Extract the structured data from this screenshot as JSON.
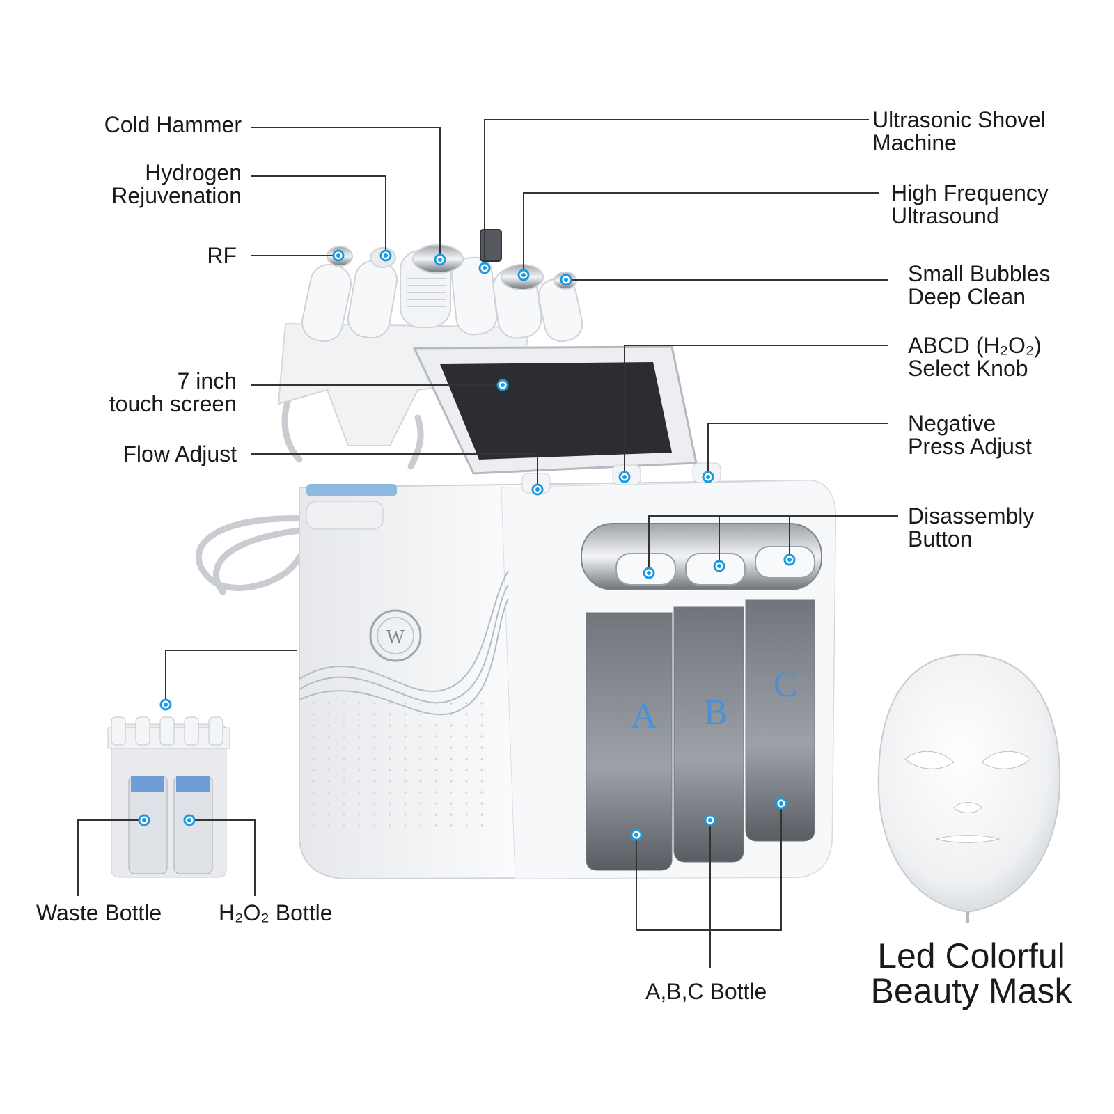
{
  "labels": {
    "cold_hammer": "Cold Hammer",
    "hydrogen_1": "Hydrogen",
    "hydrogen_2": "Rejuvenation",
    "rf": "RF",
    "touch_1": "7 inch",
    "touch_2": "touch screen",
    "flow_adjust": "Flow Adjust",
    "ultrasonic_1": "Ultrasonic Shovel",
    "ultrasonic_2": "Machine",
    "hf_1": "High Frequency",
    "hf_2": "Ultrasound",
    "bubbles_1": "Small Bubbles",
    "bubbles_2": "Deep Clean",
    "abcd_1": "ABCD (H₂O₂)",
    "abcd_2": "Select Knob",
    "negative_1": "Negative",
    "negative_2": "Press Adjust",
    "disassembly_1": "Disassembly",
    "disassembly_2": "Button",
    "waste_bottle": "Waste Bottle",
    "h2o2_bottle": "H₂O₂ Bottle",
    "abc_bottle": "A,B,C Bottle",
    "mask_1": "Led Colorful",
    "mask_2": "Beauty Mask"
  },
  "bottles": {
    "a_letter": "A",
    "b_letter": "B",
    "c_letter": "C"
  },
  "logo_letter": "W",
  "colors": {
    "marker": "#1a9be0",
    "leader_line": "#333333",
    "bottle_letter": "#4a90d9",
    "device_body": "#f4f5f7",
    "screen": "#2b2d30"
  }
}
